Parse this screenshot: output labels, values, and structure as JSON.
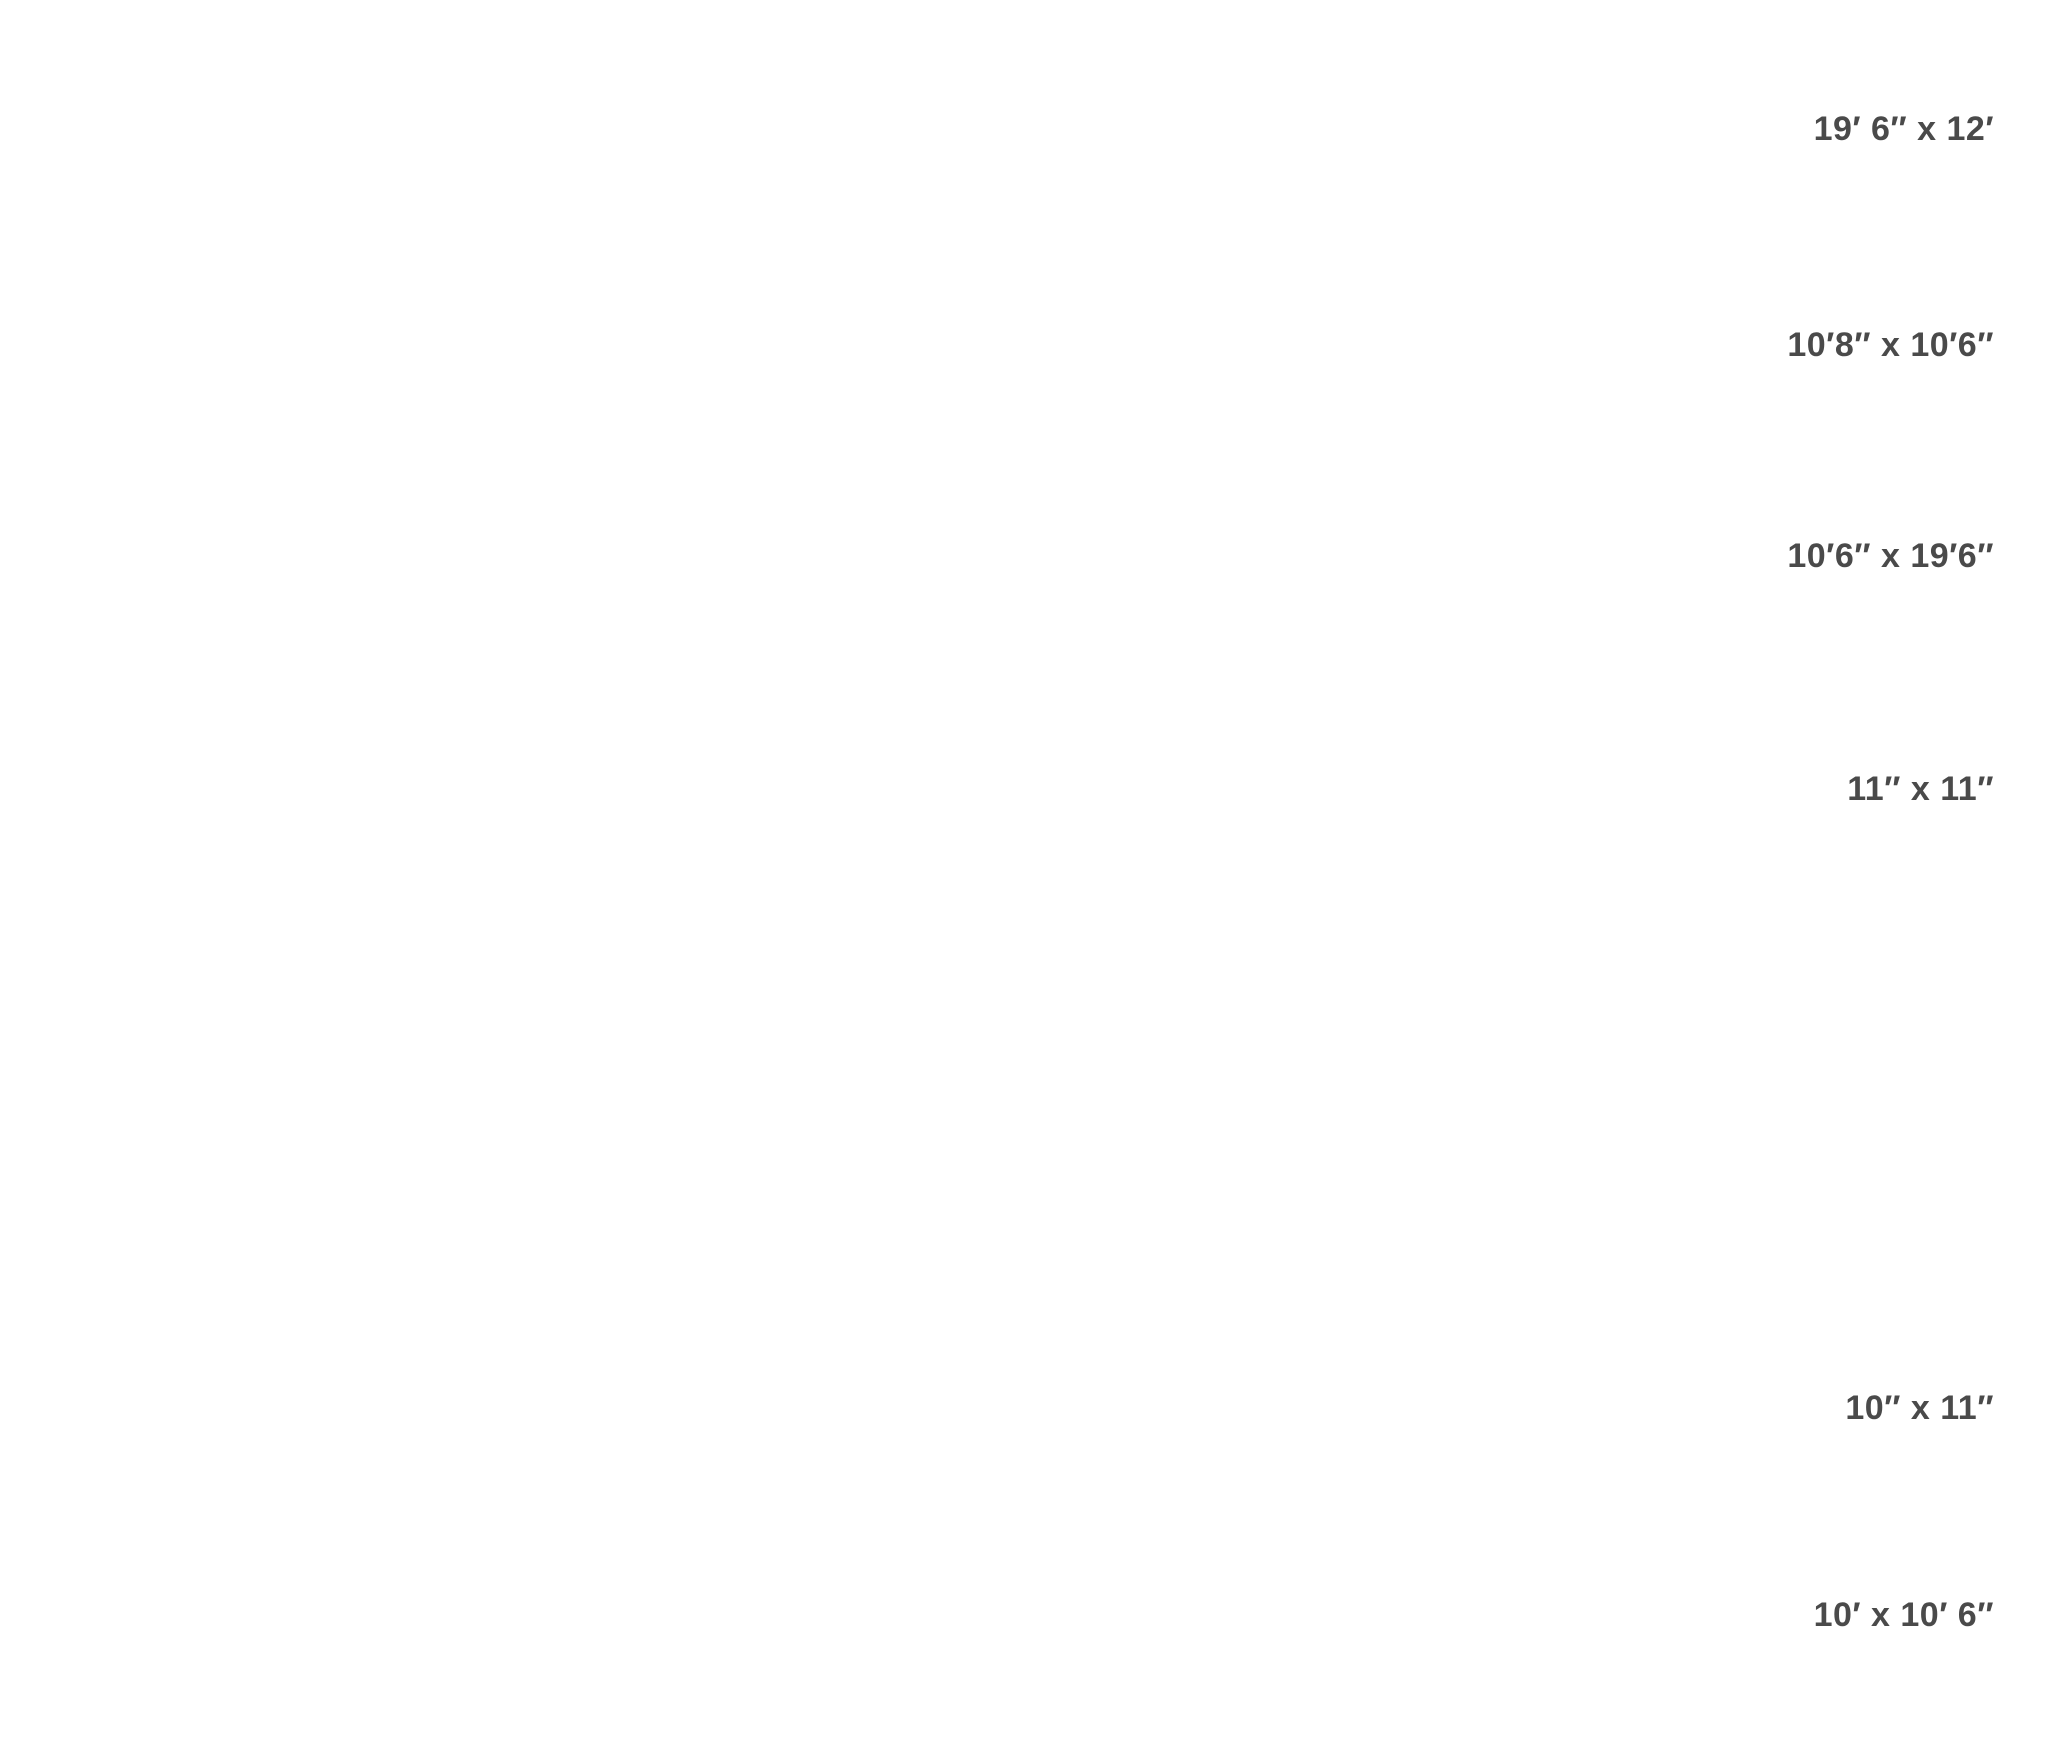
{
  "text_color": "#4a4a4a",
  "background_color": "#ffffff",
  "dimensions": [
    {
      "label": "19′ 6″ x 12′"
    },
    {
      "label": "10′8″ x 10′6″"
    },
    {
      "label": "10′6″ x 19′6″"
    },
    {
      "label": "11″ x 11″"
    },
    {
      "label": "10″ x 11″"
    },
    {
      "label": "10′ x 10′ 6″"
    }
  ]
}
